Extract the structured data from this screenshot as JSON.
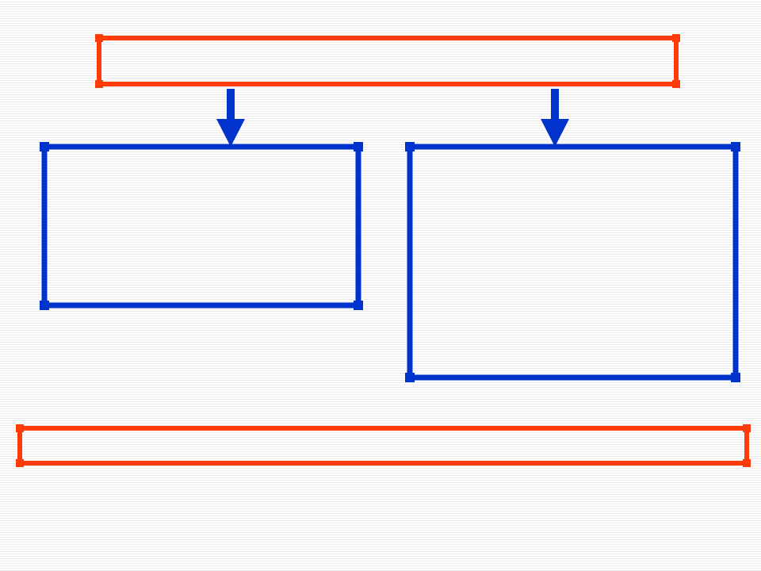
{
  "colors": {
    "frame_accent": "#ff3b0a",
    "box_primary": "#0033cc",
    "arrow": "#0033cc",
    "background": "#ffffff",
    "stripe": "#ebebeb"
  },
  "diagram": {
    "top_box": {
      "text": ""
    },
    "left_box": {
      "text": ""
    },
    "right_box": {
      "text": ""
    },
    "bottom_box": {
      "text": ""
    },
    "arrows": [
      {
        "from": "top_box",
        "to": "left_box"
      },
      {
        "from": "top_box",
        "to": "right_box"
      }
    ]
  }
}
